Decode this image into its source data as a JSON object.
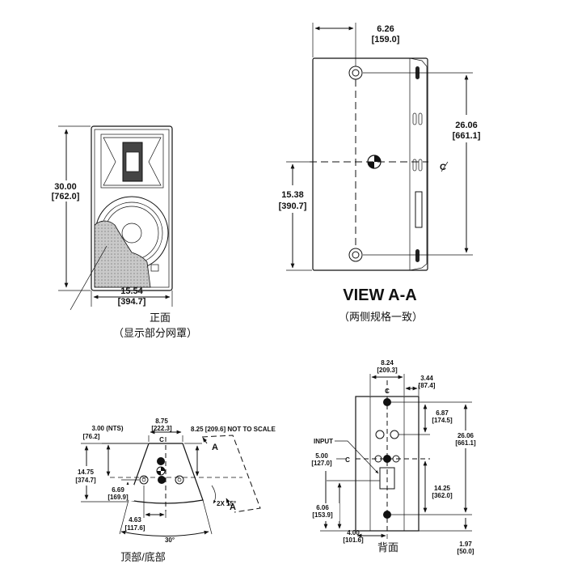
{
  "front": {
    "height_in": "30.00",
    "height_mm": "[762.0]",
    "width_in": "15.54",
    "width_mm": "[394.7]",
    "caption": "正面",
    "subcaption": "（显示部分网罩）"
  },
  "side": {
    "depth_in": "6.26",
    "depth_mm": "[159.0]",
    "holes_in": "26.06",
    "holes_mm": "[661.1]",
    "center_in": "15.38",
    "center_mm": "[390.7]",
    "centerline": "C",
    "title": "VIEW A-A",
    "caption": "（两侧规格一致）"
  },
  "top": {
    "nts_in": "3.00 (NTS)",
    "nts_mm": "[76.2]",
    "depth_in": "8.75",
    "depth_mm": "[222.3]",
    "back_in": "8.25 [209.6] NOT TO SCALE",
    "height_in": "14.75",
    "height_mm": "[374.7]",
    "hole_in": "6.69",
    "hole_mm": "[169.9]",
    "offset_in": "4.63",
    "offset_mm": "[117.6]",
    "angle_small": "2X 15°",
    "angle_big": "30°",
    "section": "A",
    "centerline": "C",
    "caption": "顶部/底部"
  },
  "back": {
    "width_in": "8.24",
    "width_mm": "[209.3]",
    "side_in": "3.44",
    "side_mm": "[87.4]",
    "h1_in": "6.87",
    "h1_mm": "[174.5]",
    "total_in": "26.06",
    "total_mm": "[661.1]",
    "input_label": "INPUT",
    "c_in": "5.00",
    "c_mm": "[127.0]",
    "mid_in": "14.25",
    "mid_mm": "[362.0]",
    "low_in": "6.06",
    "low_mm": "[153.9]",
    "bot_in": "4.00",
    "bot_mm": "[101.6]",
    "edge_in": "1.97",
    "edge_mm": "[50.0]",
    "centerline": "C",
    "caption": "背面"
  }
}
